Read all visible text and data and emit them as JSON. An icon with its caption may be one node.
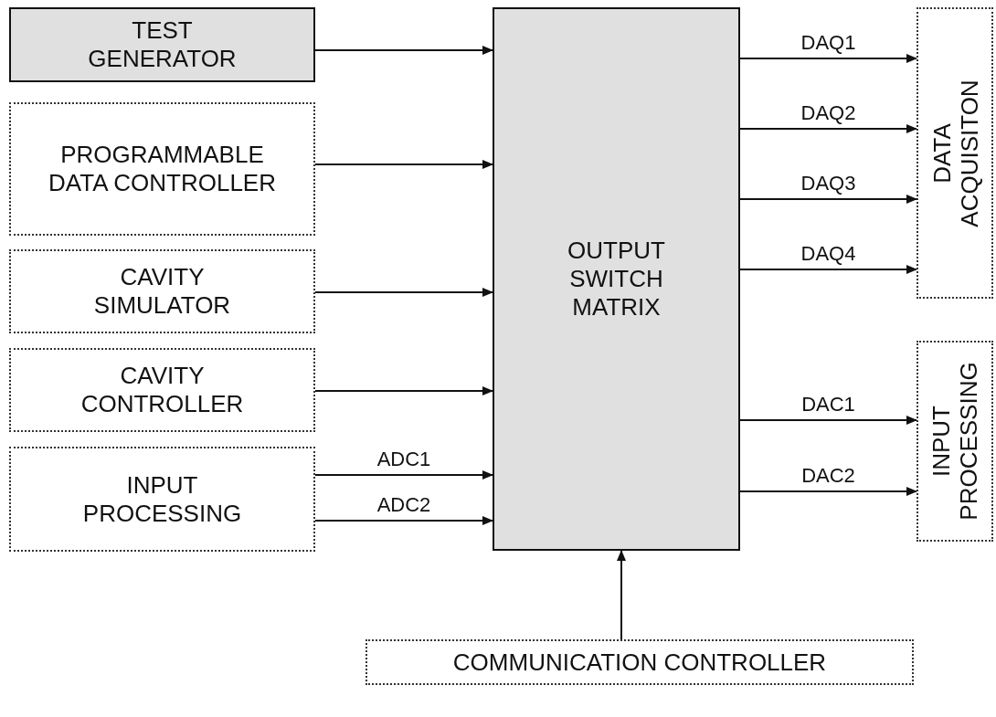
{
  "diagram": {
    "nodes": [
      {
        "text": [
          "TEST GENERATOR"
        ]
      },
      {
        "text": [
          "PROGRAMMABLE DATA CONTROLLER"
        ]
      },
      {
        "text": [
          "CAVITY SIMULATOR"
        ]
      },
      {
        "text": [
          "CAVITY CONTROLLER"
        ]
      },
      {
        "text": [
          "INPUT PROCESSING"
        ]
      },
      {
        "text": [
          "OUTPUT SWITCH MATRIX"
        ]
      },
      {
        "text": [
          "DATA ACQUISITON"
        ]
      },
      {
        "text": [
          "INPUT PROCESSING"
        ]
      },
      {
        "text": [
          "COMMUNICATION CONTROLLER"
        ]
      }
    ],
    "edges": [
      {
        "from": 0,
        "to": 5,
        "arrow": "to"
      },
      {
        "from": 1,
        "to": 5,
        "arrow": "to"
      },
      {
        "from": 2,
        "to": 5,
        "arrow": "to"
      },
      {
        "from": 3,
        "to": 5,
        "arrow": "to"
      },
      {
        "from": 4,
        "to": 5,
        "arrow": "to",
        "label": "ADC1"
      },
      {
        "from": 4,
        "to": 5,
        "arrow": "to",
        "label": "ADC2"
      },
      {
        "from": 5,
        "to": 6,
        "arrow": "to",
        "label": "DAQ1"
      },
      {
        "from": 5,
        "to": 6,
        "arrow": "to",
        "label": "DAQ2"
      },
      {
        "from": 5,
        "to": 6,
        "arrow": "to",
        "label": "DAQ3"
      },
      {
        "from": 5,
        "to": 6,
        "arrow": "to",
        "label": "DAQ4"
      },
      {
        "from": 5,
        "to": 7,
        "arrow": "to",
        "label": "DAC1"
      },
      {
        "from": 5,
        "to": 7,
        "arrow": "to",
        "label": "DAC2"
      },
      {
        "from": 8,
        "to": 5,
        "arrow": "to"
      }
    ]
  }
}
